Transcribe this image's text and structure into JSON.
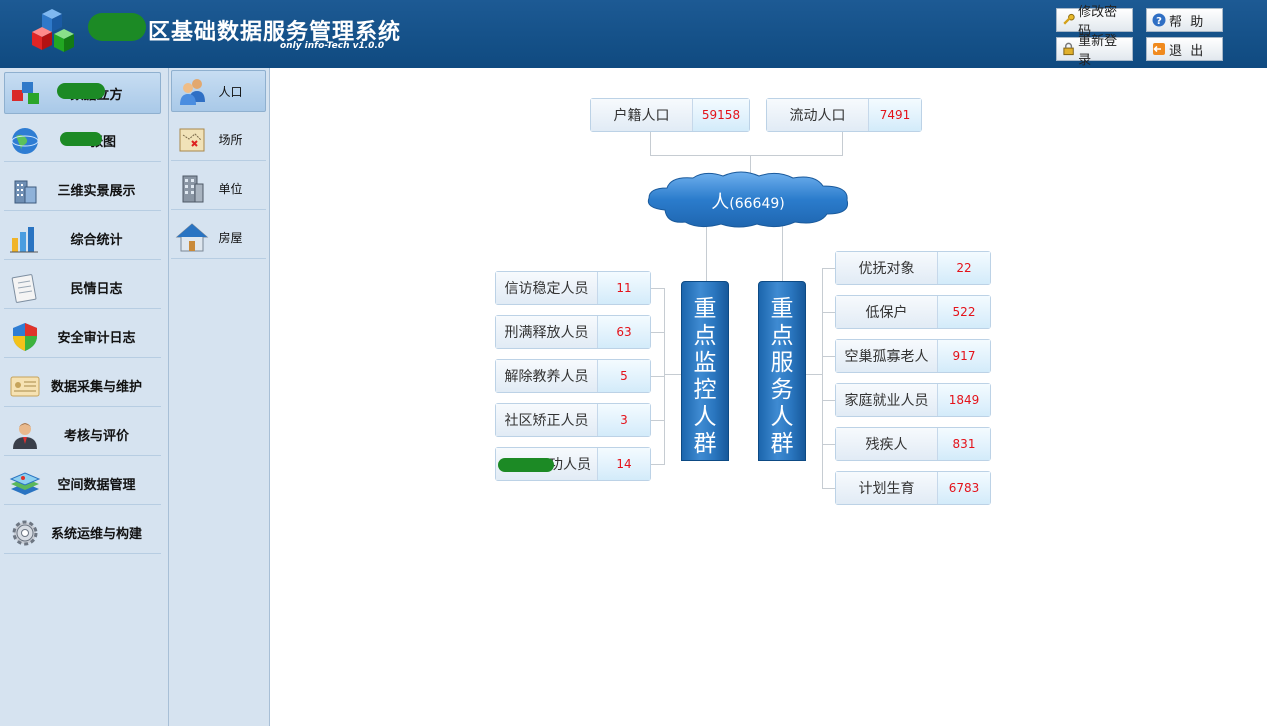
{
  "header": {
    "title": "区基础数据服务管理系统",
    "version": "only info-Tech v1.0.0",
    "buttons": {
      "change_password": "修改密码",
      "help": "帮  助",
      "relogin": "重新登录",
      "logout": "退  出"
    }
  },
  "left_menu": [
    {
      "label": "数据立方",
      "icon": "cubes-icon"
    },
    {
      "label": "一张图",
      "icon": "globe-icon"
    },
    {
      "label": "三维实景展示",
      "icon": "buildings-icon"
    },
    {
      "label": "综合统计",
      "icon": "bar-chart-icon"
    },
    {
      "label": "民情日志",
      "icon": "notebook-icon"
    },
    {
      "label": "安全审计日志",
      "icon": "shield-icon"
    },
    {
      "label": "数据采集与维护",
      "icon": "id-card-icon"
    },
    {
      "label": "考核与评价",
      "icon": "person-icon"
    },
    {
      "label": "空间数据管理",
      "icon": "map-layers-icon"
    },
    {
      "label": "系统运维与构建",
      "icon": "gear-icon"
    }
  ],
  "sub_menu": [
    {
      "label": "人口",
      "icon": "people-icon"
    },
    {
      "label": "场所",
      "icon": "map-scroll-icon"
    },
    {
      "label": "单位",
      "icon": "office-building-icon"
    },
    {
      "label": "房屋",
      "icon": "house-icon"
    }
  ],
  "diagram": {
    "top": [
      {
        "label": "户籍人口",
        "value": "59158"
      },
      {
        "label": "流动人口",
        "value": "7491"
      }
    ],
    "center": {
      "label": "人",
      "count": "(66649)"
    },
    "monitor_title": "重点监控人群",
    "service_title": "重点服务人群",
    "monitor": [
      {
        "label": "信访稳定人员",
        "value": "11"
      },
      {
        "label": "刑满释放人员",
        "value": "63"
      },
      {
        "label": "解除教养人员",
        "value": "5"
      },
      {
        "label": "社区矫正人员",
        "value": "3"
      },
      {
        "label": "功人员",
        "value": "14"
      }
    ],
    "service": [
      {
        "label": "优抚对象",
        "value": "22"
      },
      {
        "label": "低保户",
        "value": "522"
      },
      {
        "label": "空巢孤寡老人",
        "value": "917"
      },
      {
        "label": "家庭就业人员",
        "value": "1849"
      },
      {
        "label": "残疾人",
        "value": "831"
      },
      {
        "label": "计划生育",
        "value": "6783"
      }
    ]
  },
  "colors": {
    "header_bg": "#0f4a80",
    "menu_bg": "#d6e3f0",
    "accent_blue": "#2a76bf",
    "value_red": "#e4121a"
  }
}
